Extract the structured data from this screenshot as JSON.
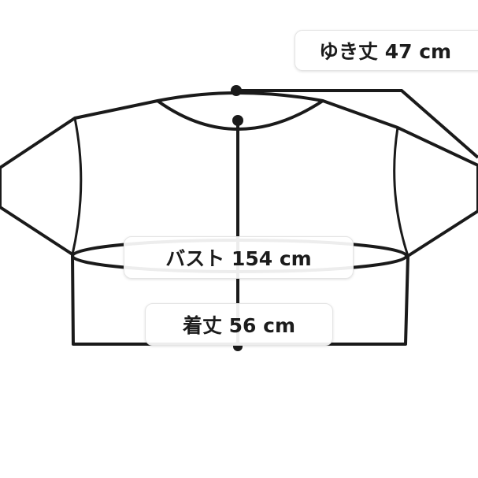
{
  "labels": {
    "sleeve": "ゆき丈 47 cm",
    "bust": "バスト 154 cm",
    "length": "着丈 56 cm"
  },
  "colors": {
    "line": "#1a1a1a",
    "background": "#ffffff"
  }
}
